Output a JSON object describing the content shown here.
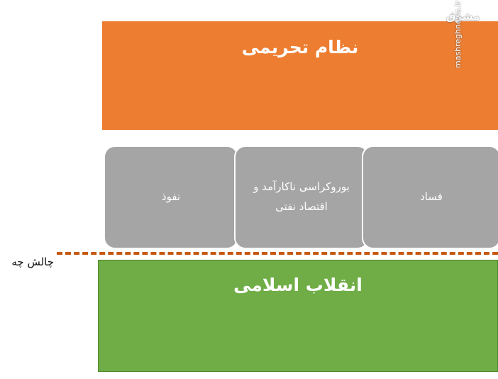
{
  "top_band": {
    "title": "نظام تحریمی",
    "color": "#ed7d31"
  },
  "boxes": [
    {
      "label": "نفوذ"
    },
    {
      "label": "بوروکراسی ناکارآمد و اقتصاد نفتی"
    },
    {
      "label": "فساد"
    }
  ],
  "box_color": "#a5a5a5",
  "challenge_label": "چالش چه",
  "bottom_band": {
    "title": "انقلاب اسلامی",
    "color": "#70ad47"
  },
  "dash_color": "#c55a11",
  "watermark": {
    "logo": "مشرق",
    "site": "mashreghnews.ir"
  }
}
